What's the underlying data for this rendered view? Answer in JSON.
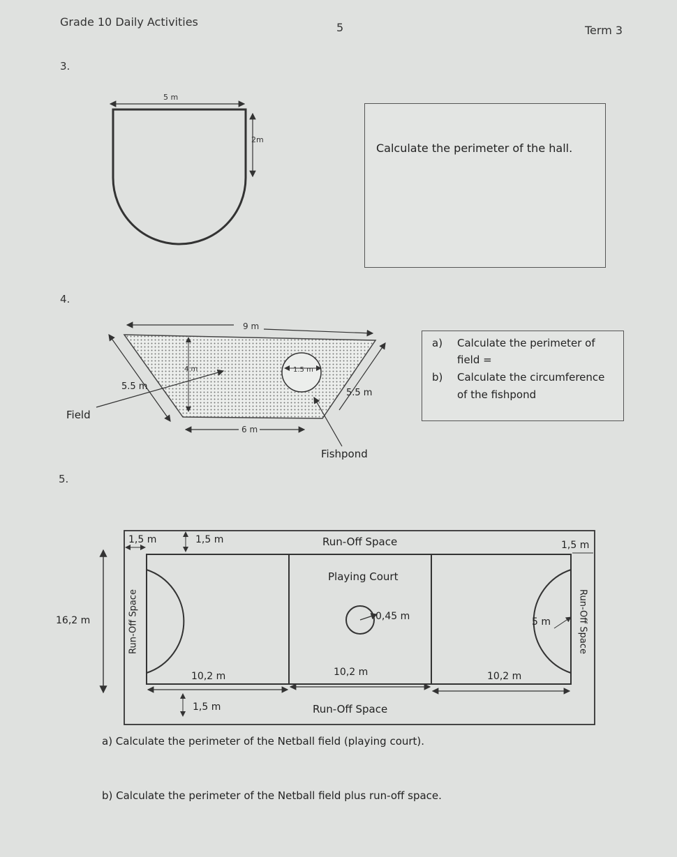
{
  "header": {
    "left": "Grade 10 Daily Activities",
    "center": "5",
    "right": "Term 3"
  },
  "q3": {
    "number": "3.",
    "width_label": "5 m",
    "height_label": "2m",
    "prompt": "Calculate the perimeter of the hall."
  },
  "q4": {
    "number": "4.",
    "top_label": "9 m",
    "bottom_label": "6 m",
    "left_label": "5.5 m",
    "right_label": "5.5 m",
    "height_label": "4 m",
    "radius_label": "1.5 m",
    "field_label": "Field",
    "fishpond_label": "Fishpond",
    "part_a_letter": "a)",
    "part_a_line1": "Calculate the perimeter of",
    "part_a_line2": "field =",
    "part_b_letter": "b)",
    "part_b_line1": "Calculate the circumference",
    "part_b_line2": "of the fishpond"
  },
  "q5": {
    "number": "5.",
    "top_left_label": "1,5 m",
    "top_mid_label": "1,5 m",
    "run_off_top": "Run-Off Space",
    "top_right_label": "1,5 m",
    "height_label": "16,2 m",
    "run_off_left": "Run-Off Space",
    "run_off_right": "Run-Off Space",
    "playing_court": "Playing Court",
    "center_radius": "0,45 m",
    "arc_radius": "5 m",
    "third_1": "10,2 m",
    "third_2": "10,2 m",
    "third_3": "10,2 m",
    "bottom_mid_label": "1,5 m",
    "run_off_bottom": "Run-Off Space",
    "part_a": "a)   Calculate the perimeter of the Netball field (playing court).",
    "part_b": "b)   Calculate the perimeter of the Netball field plus run-off space."
  }
}
